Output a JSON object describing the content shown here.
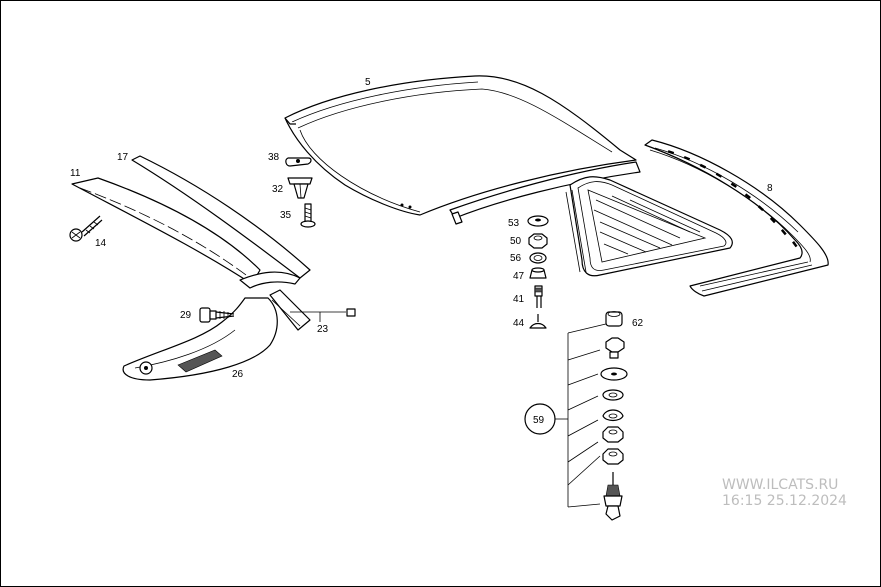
{
  "watermark": {
    "line1": "WWW.ILCATS.RU",
    "line2": "16:15 25.12.2024"
  },
  "labels": {
    "p5": "5",
    "p8": "8",
    "p11": "11",
    "p14": "14",
    "p17": "17",
    "p23": "23",
    "p26": "26",
    "p29": "29",
    "p32": "32",
    "p35": "35",
    "p38": "38",
    "p41": "41",
    "p44": "44",
    "p47": "47",
    "p50": "50",
    "p53": "53",
    "p56": "56",
    "p59": "59",
    "p62": "62"
  }
}
